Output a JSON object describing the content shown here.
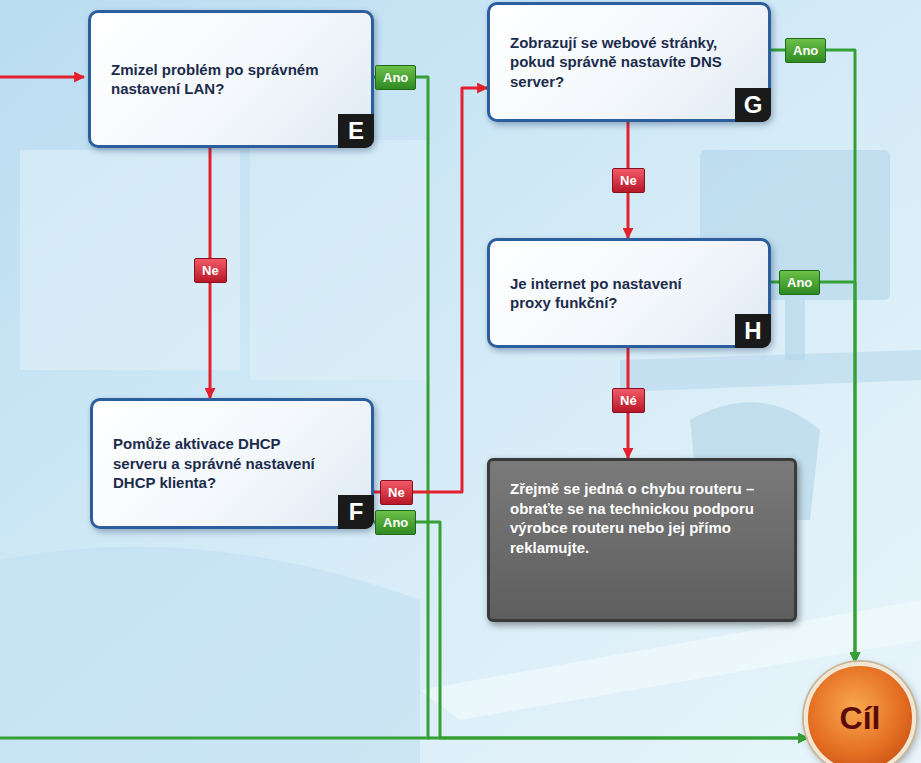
{
  "diagram": {
    "nodes": [
      {
        "text": [
          "Zmizel problém po správném nastavení LAN?",
          "E"
        ]
      },
      {
        "text": [
          "Zobrazují se webové stránky, pokud správně nastavíte DNS server?",
          "G"
        ]
      },
      {
        "text": [
          "Je internet po nastavení proxy funkční?",
          "H"
        ]
      },
      {
        "text": [
          "Pomůže aktivace DHCP serveru a správné nastavení DHCP klienta?",
          "F"
        ]
      },
      {
        "text": [
          "Zřejmě se jedná o chybu routeru – obraťte se na technickou podporu výrobce routeru nebo jej přímo reklamujte."
        ]
      },
      {
        "text": [
          "Cíl"
        ]
      }
    ],
    "edges": [
      {
        "from": 0,
        "to": 3,
        "label": "Ne",
        "arrow": "to"
      },
      {
        "from": 0,
        "to": 5,
        "label": "Ano",
        "arrow": "to"
      },
      {
        "from": 3,
        "to": 1,
        "label": "Ne",
        "arrow": "to"
      },
      {
        "from": 3,
        "to": 5,
        "label": "Ano",
        "arrow": "to"
      },
      {
        "from": 1,
        "to": 5,
        "label": "Ano",
        "arrow": "to"
      },
      {
        "from": 1,
        "to": 2,
        "label": "Ne",
        "arrow": "to"
      },
      {
        "from": 2,
        "to": 5,
        "label": "Ano",
        "arrow": "to"
      },
      {
        "from": 2,
        "to": 4,
        "label": "Né",
        "arrow": "to"
      }
    ]
  }
}
